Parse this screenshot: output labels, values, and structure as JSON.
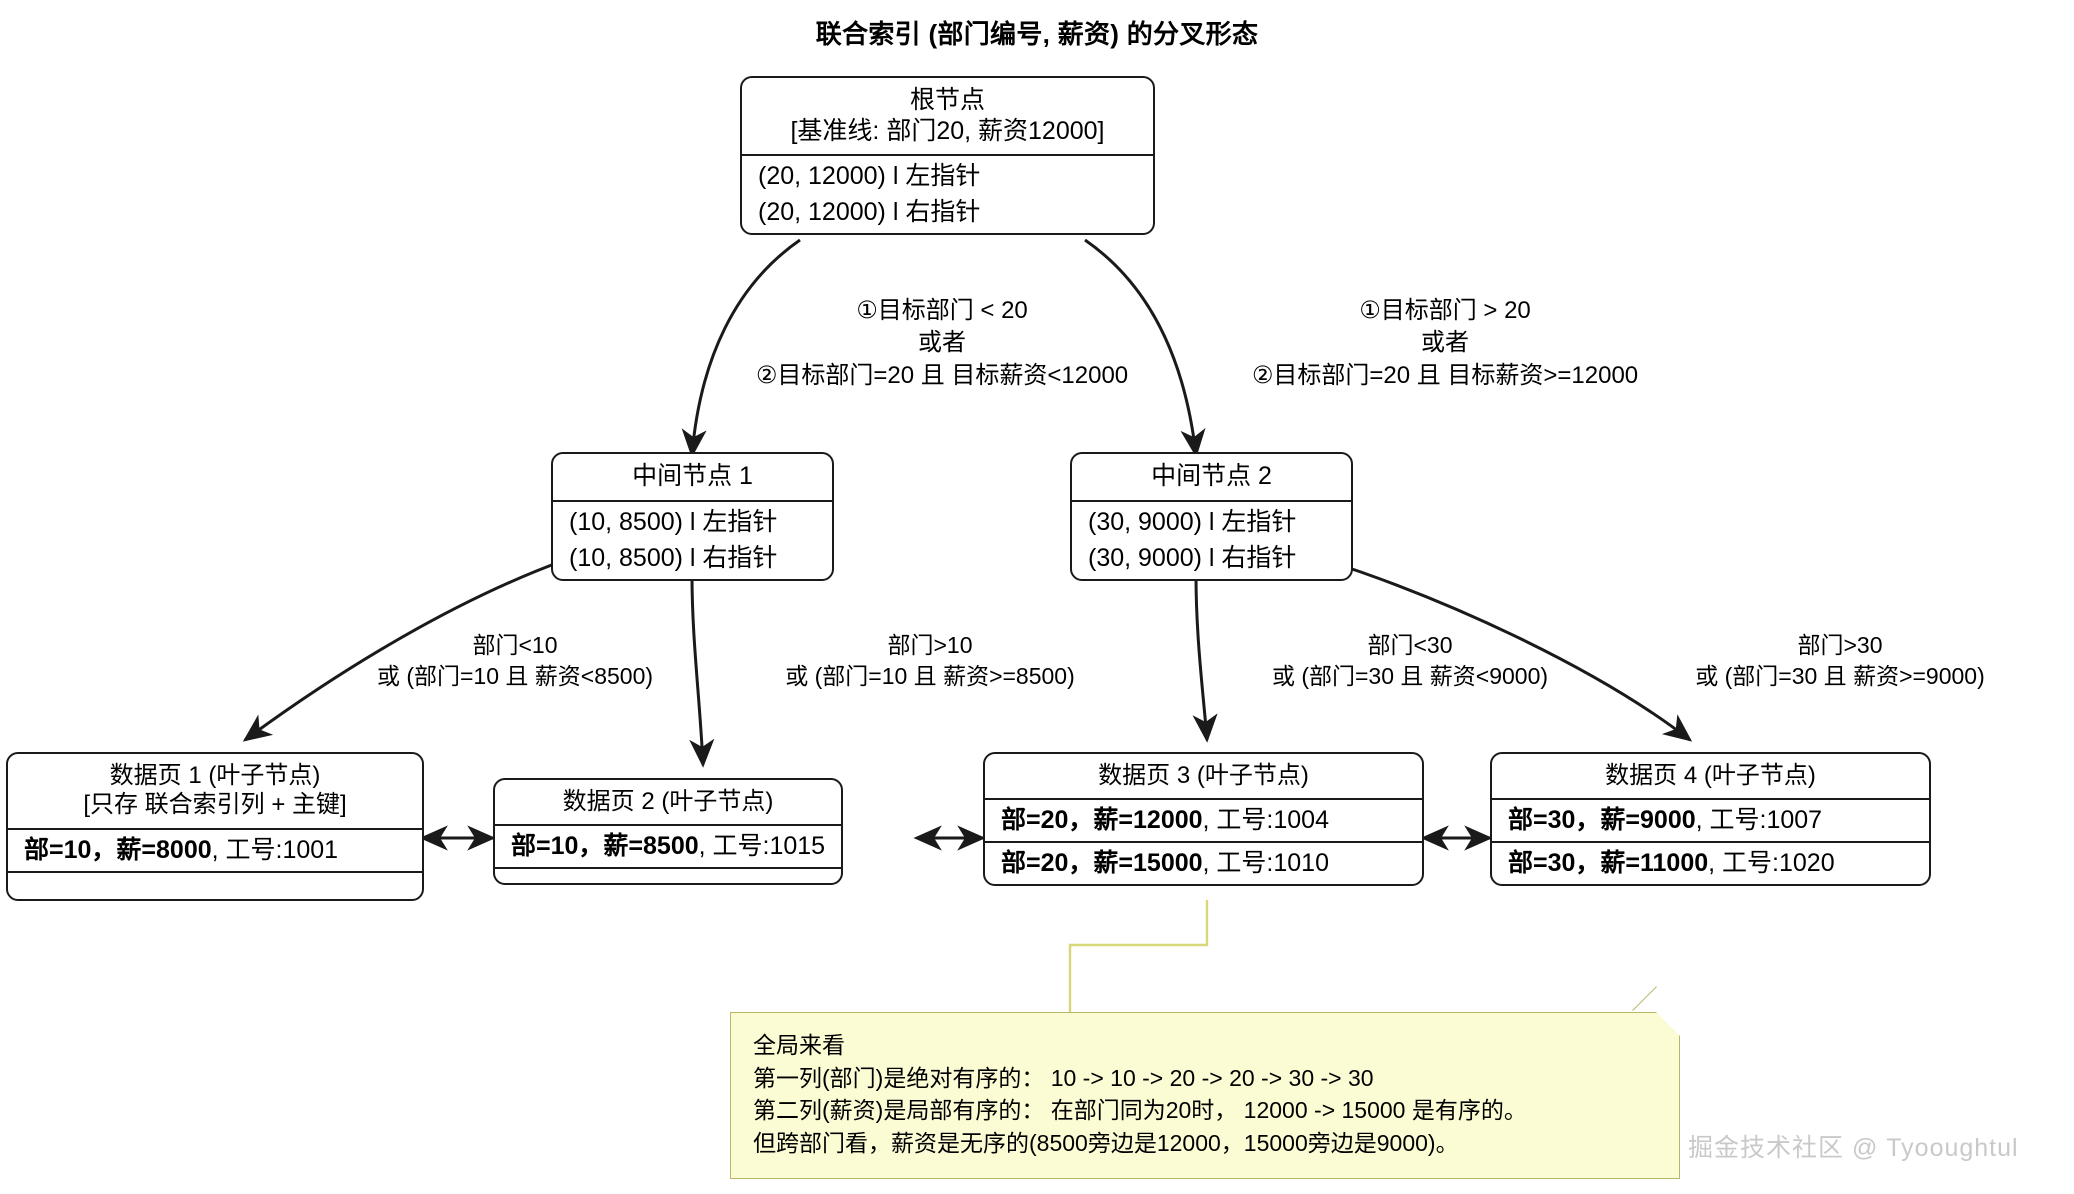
{
  "title": "联合索引 (部门编号, 薪资) 的分叉形态",
  "nodes": {
    "root": {
      "title": "根节点",
      "subtitle": "[基准线: 部门20, 薪资12000]",
      "rows": [
        "(20, 12000) l 左指针",
        "(20, 12000) l 右指针"
      ]
    },
    "mid1": {
      "title": "中间节点 1",
      "rows": [
        "(10, 8500) l 左指针",
        "(10, 8500) l 右指针"
      ]
    },
    "mid2": {
      "title": "中间节点 2",
      "rows": [
        "(30, 9000) l 左指针",
        "(30, 9000) l 右指针"
      ]
    },
    "leaf1": {
      "title": "数据页 1 (叶子节点)",
      "subtitle": "[只存 联合索引列 + 主键]",
      "rows": [
        {
          "strong": "部=10，薪=8000",
          "weak": ", 工号:1001"
        }
      ]
    },
    "leaf2": {
      "title": "数据页 2 (叶子节点)",
      "subtitle": "",
      "rows": [
        {
          "strong": "部=10，薪=8500",
          "weak": ", 工号:1015"
        }
      ]
    },
    "leaf3": {
      "title": "数据页 3 (叶子节点)",
      "subtitle": "",
      "rows": [
        {
          "strong": "部=20，薪=12000",
          "weak": ", 工号:1004"
        },
        {
          "strong": "部=20，薪=15000",
          "weak": ", 工号:1010"
        }
      ]
    },
    "leaf4": {
      "title": "数据页 4 (叶子节点)",
      "subtitle": "",
      "rows": [
        {
          "strong": "部=30，薪=9000",
          "weak": ", 工号:1007"
        },
        {
          "strong": "部=30，薪=11000",
          "weak": ", 工号:1020"
        }
      ]
    }
  },
  "edge_labels": {
    "root_left": [
      "①目标部门 < 20",
      "或者",
      "②目标部门=20 且 目标薪资<12000"
    ],
    "root_right": [
      "①目标部门 > 20",
      "或者",
      "②目标部门=20 且 目标薪资>=12000"
    ],
    "mid1_left": [
      "部门<10",
      "或 (部门=10 且 薪资<8500)"
    ],
    "mid1_right": [
      "部门>10",
      "或 (部门=10 且 薪资>=8500)"
    ],
    "mid2_left": [
      "部门<30",
      "或 (部门=30 且 薪资<9000)"
    ],
    "mid2_right": [
      "部门>30",
      "或 (部门=30 且 薪资>=9000)"
    ]
  },
  "note": {
    "lines": [
      "全局来看",
      "第一列(部门)是绝对有序的：  10 -> 10 -> 20 -> 20 -> 30 -> 30",
      "第二列(薪资)是局部有序的：  在部门同为20时， 12000 -> 15000 是有序的。",
      "但跨部门看，薪资是无序的(8500旁边是12000，15000旁边是9000)。"
    ]
  },
  "watermark": "掘金技术社区 @ Tyooughtul",
  "colors": {
    "stroke": "#1a1a1a",
    "note_bg": "#fbfbd4",
    "note_border": "#b8b86a",
    "watermark": "#c9c9c9"
  }
}
